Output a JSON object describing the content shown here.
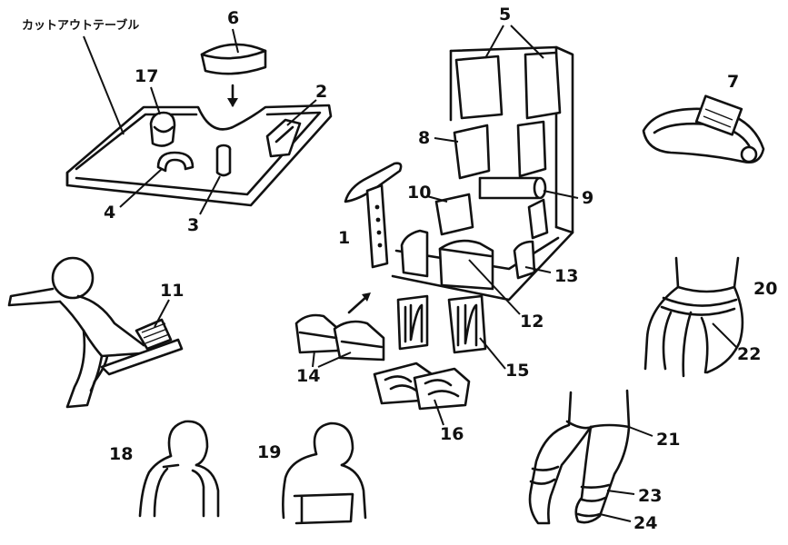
{
  "title_label": "カットアウトテーブル",
  "labels": {
    "n1": "1",
    "n2": "2",
    "n3": "3",
    "n4": "4",
    "n5": "5",
    "n6": "6",
    "n7": "7",
    "n8": "8",
    "n9": "9",
    "n10": "10",
    "n11": "11",
    "n12": "12",
    "n13": "13",
    "n14": "14",
    "n15": "15",
    "n16": "16",
    "n17": "17",
    "n18": "18",
    "n19": "19",
    "n20": "20",
    "n21": "21",
    "n22": "22",
    "n23": "23",
    "n24": "24"
  },
  "colors": {
    "ink": "#111111",
    "paper": "#ffffff"
  }
}
